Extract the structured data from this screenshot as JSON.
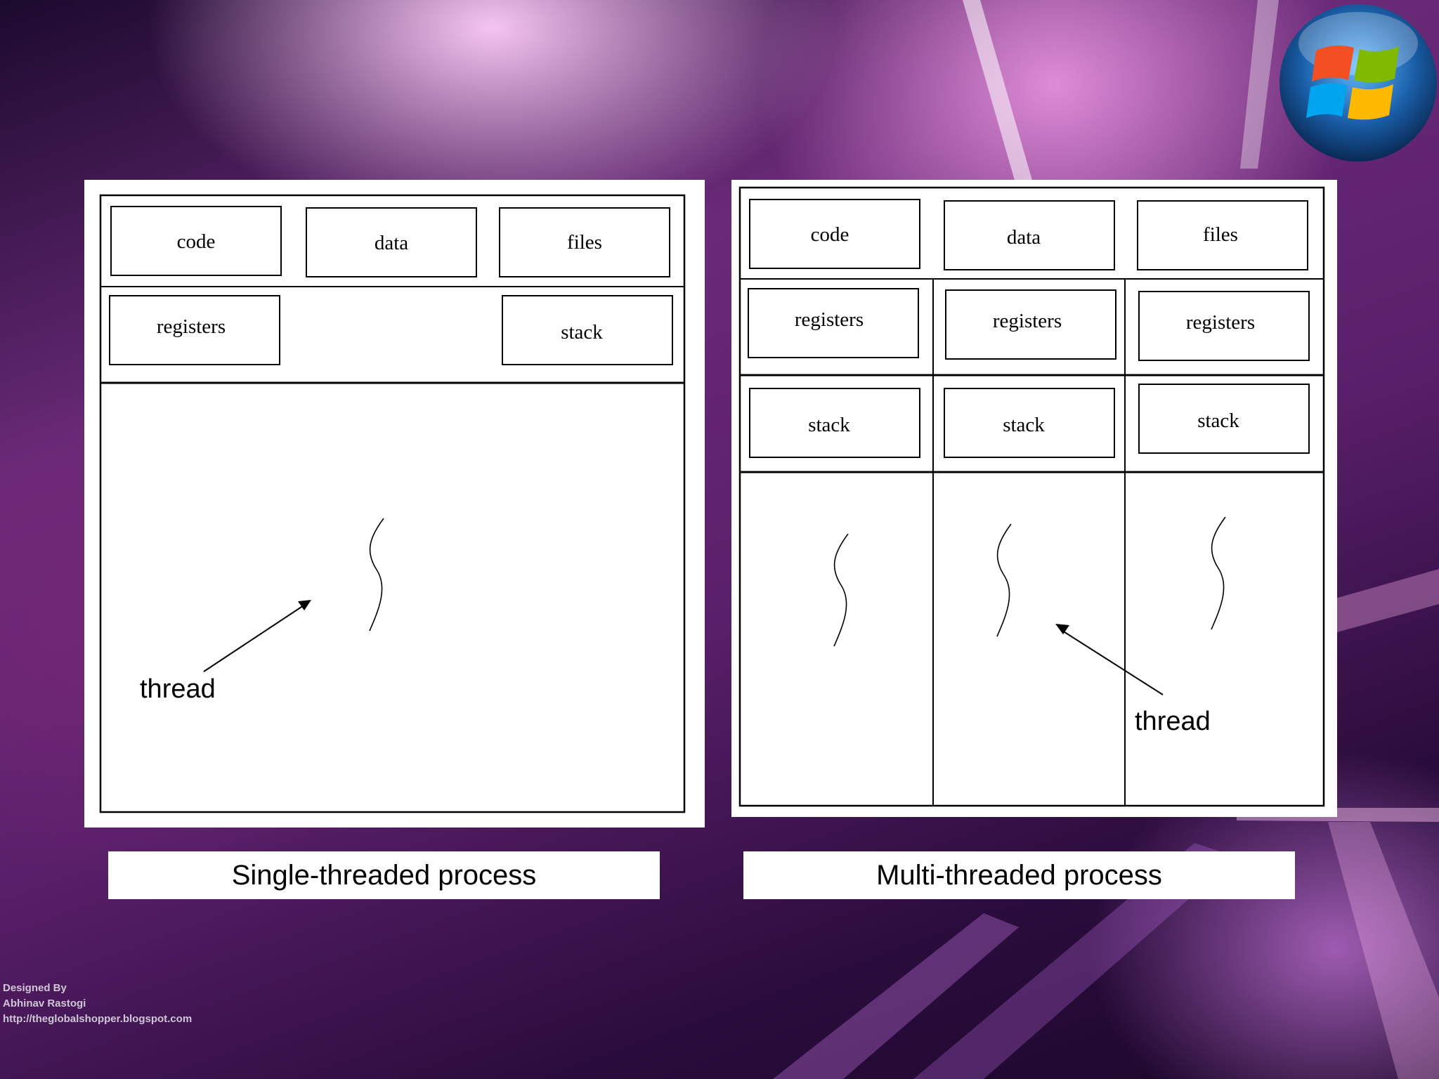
{
  "single": {
    "code": "code",
    "data": "data",
    "files": "files",
    "registers": "registers",
    "stack": "stack",
    "thread_label": "thread",
    "caption": "Single-threaded process"
  },
  "multi": {
    "code": "code",
    "data": "data",
    "files": "files",
    "registers": [
      "registers",
      "registers",
      "registers"
    ],
    "stacks": [
      "stack",
      "stack",
      "stack"
    ],
    "thread_label": "thread",
    "caption": "Multi-threaded process"
  },
  "credits": {
    "line1": "Designed By",
    "line2": "Abhinav Rastogi",
    "line3": "http://theglobalshopper.blogspot.com"
  },
  "colors": {
    "panel": "#ffffff",
    "line": "#000000",
    "background_accent": "#7a2f88"
  },
  "icons": {
    "logo": "windows-logo"
  }
}
